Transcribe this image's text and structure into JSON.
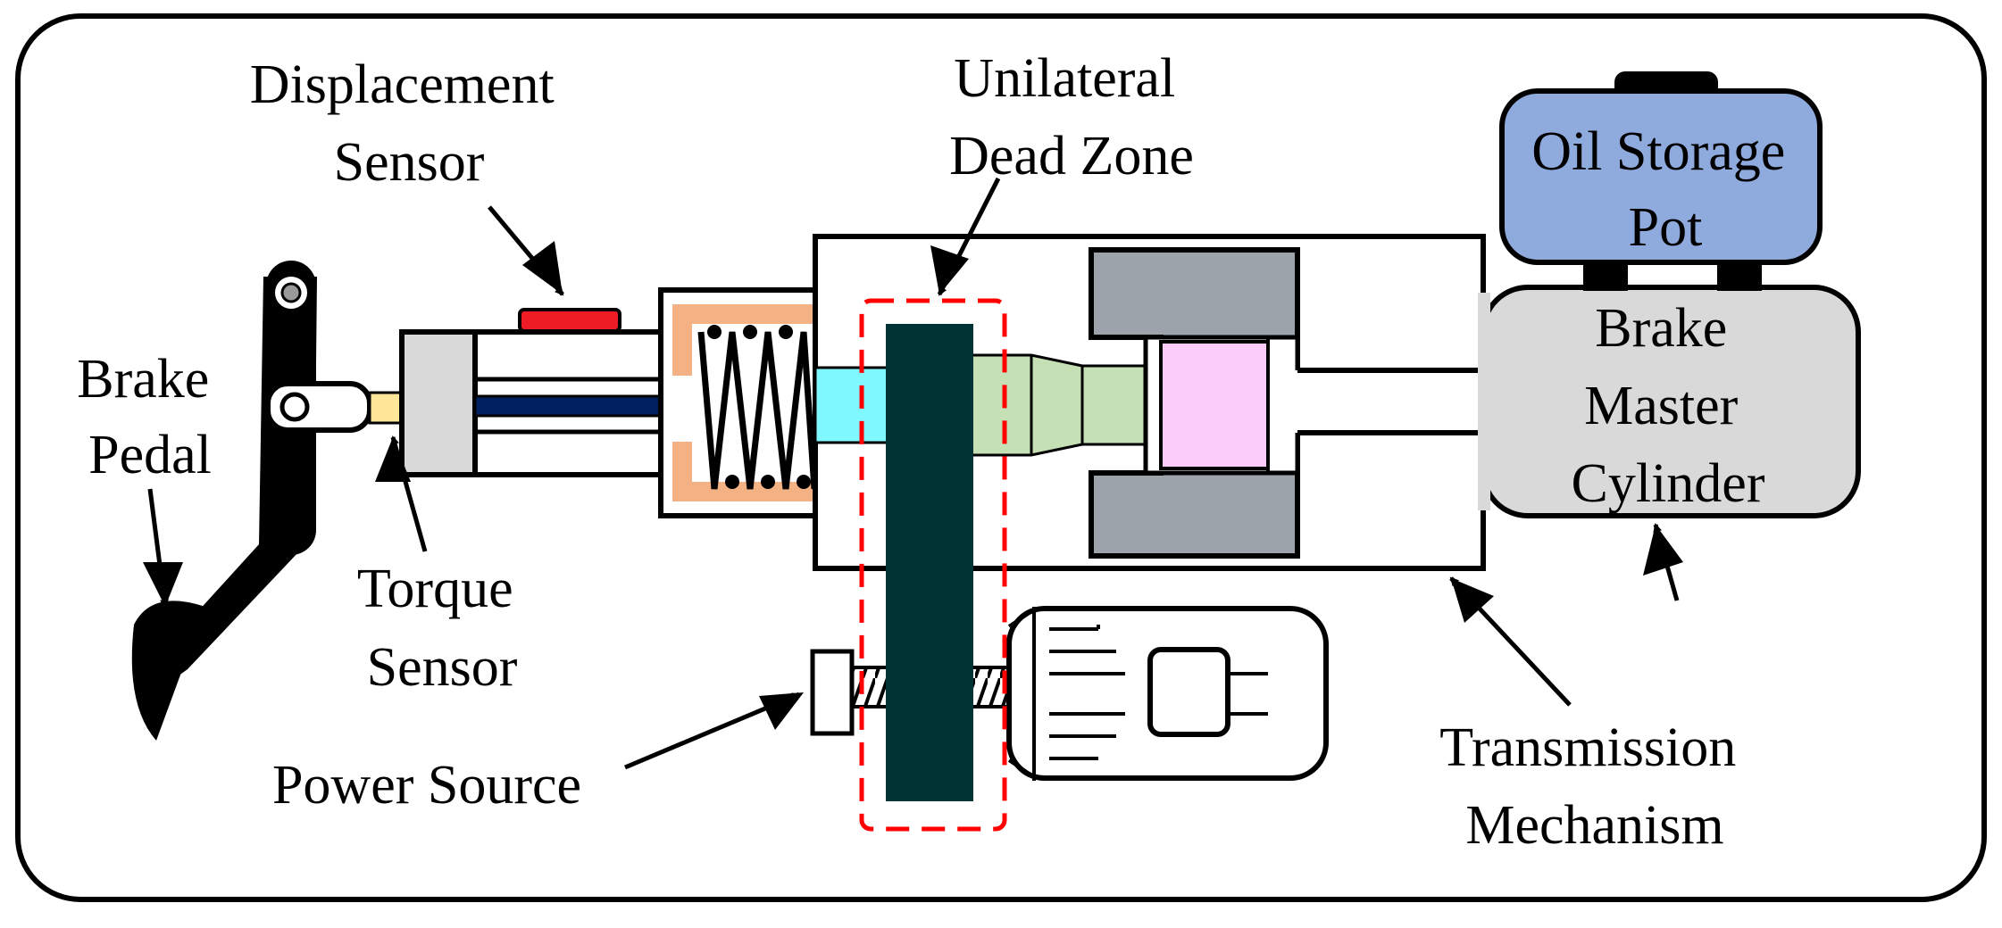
{
  "labels": {
    "displacement_sensor": [
      "Displacement",
      "Sensor"
    ],
    "unilateral_dead_zone": [
      "Unilateral",
      "Dead Zone"
    ],
    "oil_storage_pot": [
      "Oil Storage",
      "Pot"
    ],
    "brake_pedal": [
      "Brake",
      "Pedal"
    ],
    "brake_master_cylinder": [
      "Brake",
      "Master",
      "Cylinder"
    ],
    "torque_sensor": [
      "Torque",
      "Sensor"
    ],
    "power_source": "Power Source",
    "transmission_mechanism": [
      "Transmission",
      "Mechanism"
    ]
  },
  "colors": {
    "sensor_red": "#ee1c24",
    "spring_housing": "#f4b183",
    "push_rod_cyan": "#7ff9ff",
    "tapered_rod_green": "#c5e0b4",
    "piston_pink": "#fbcbf9",
    "oil_pot_blue": "#8faadc",
    "master_cylinder_gray": "#d9d9d9",
    "cylinder_dark_gray": "#9ca3ab",
    "gear_dark": "#003333",
    "dead_zone_dash": "#ff0000",
    "rod_navy": "#002060",
    "torque_sensor_tan": "#ffe699"
  }
}
